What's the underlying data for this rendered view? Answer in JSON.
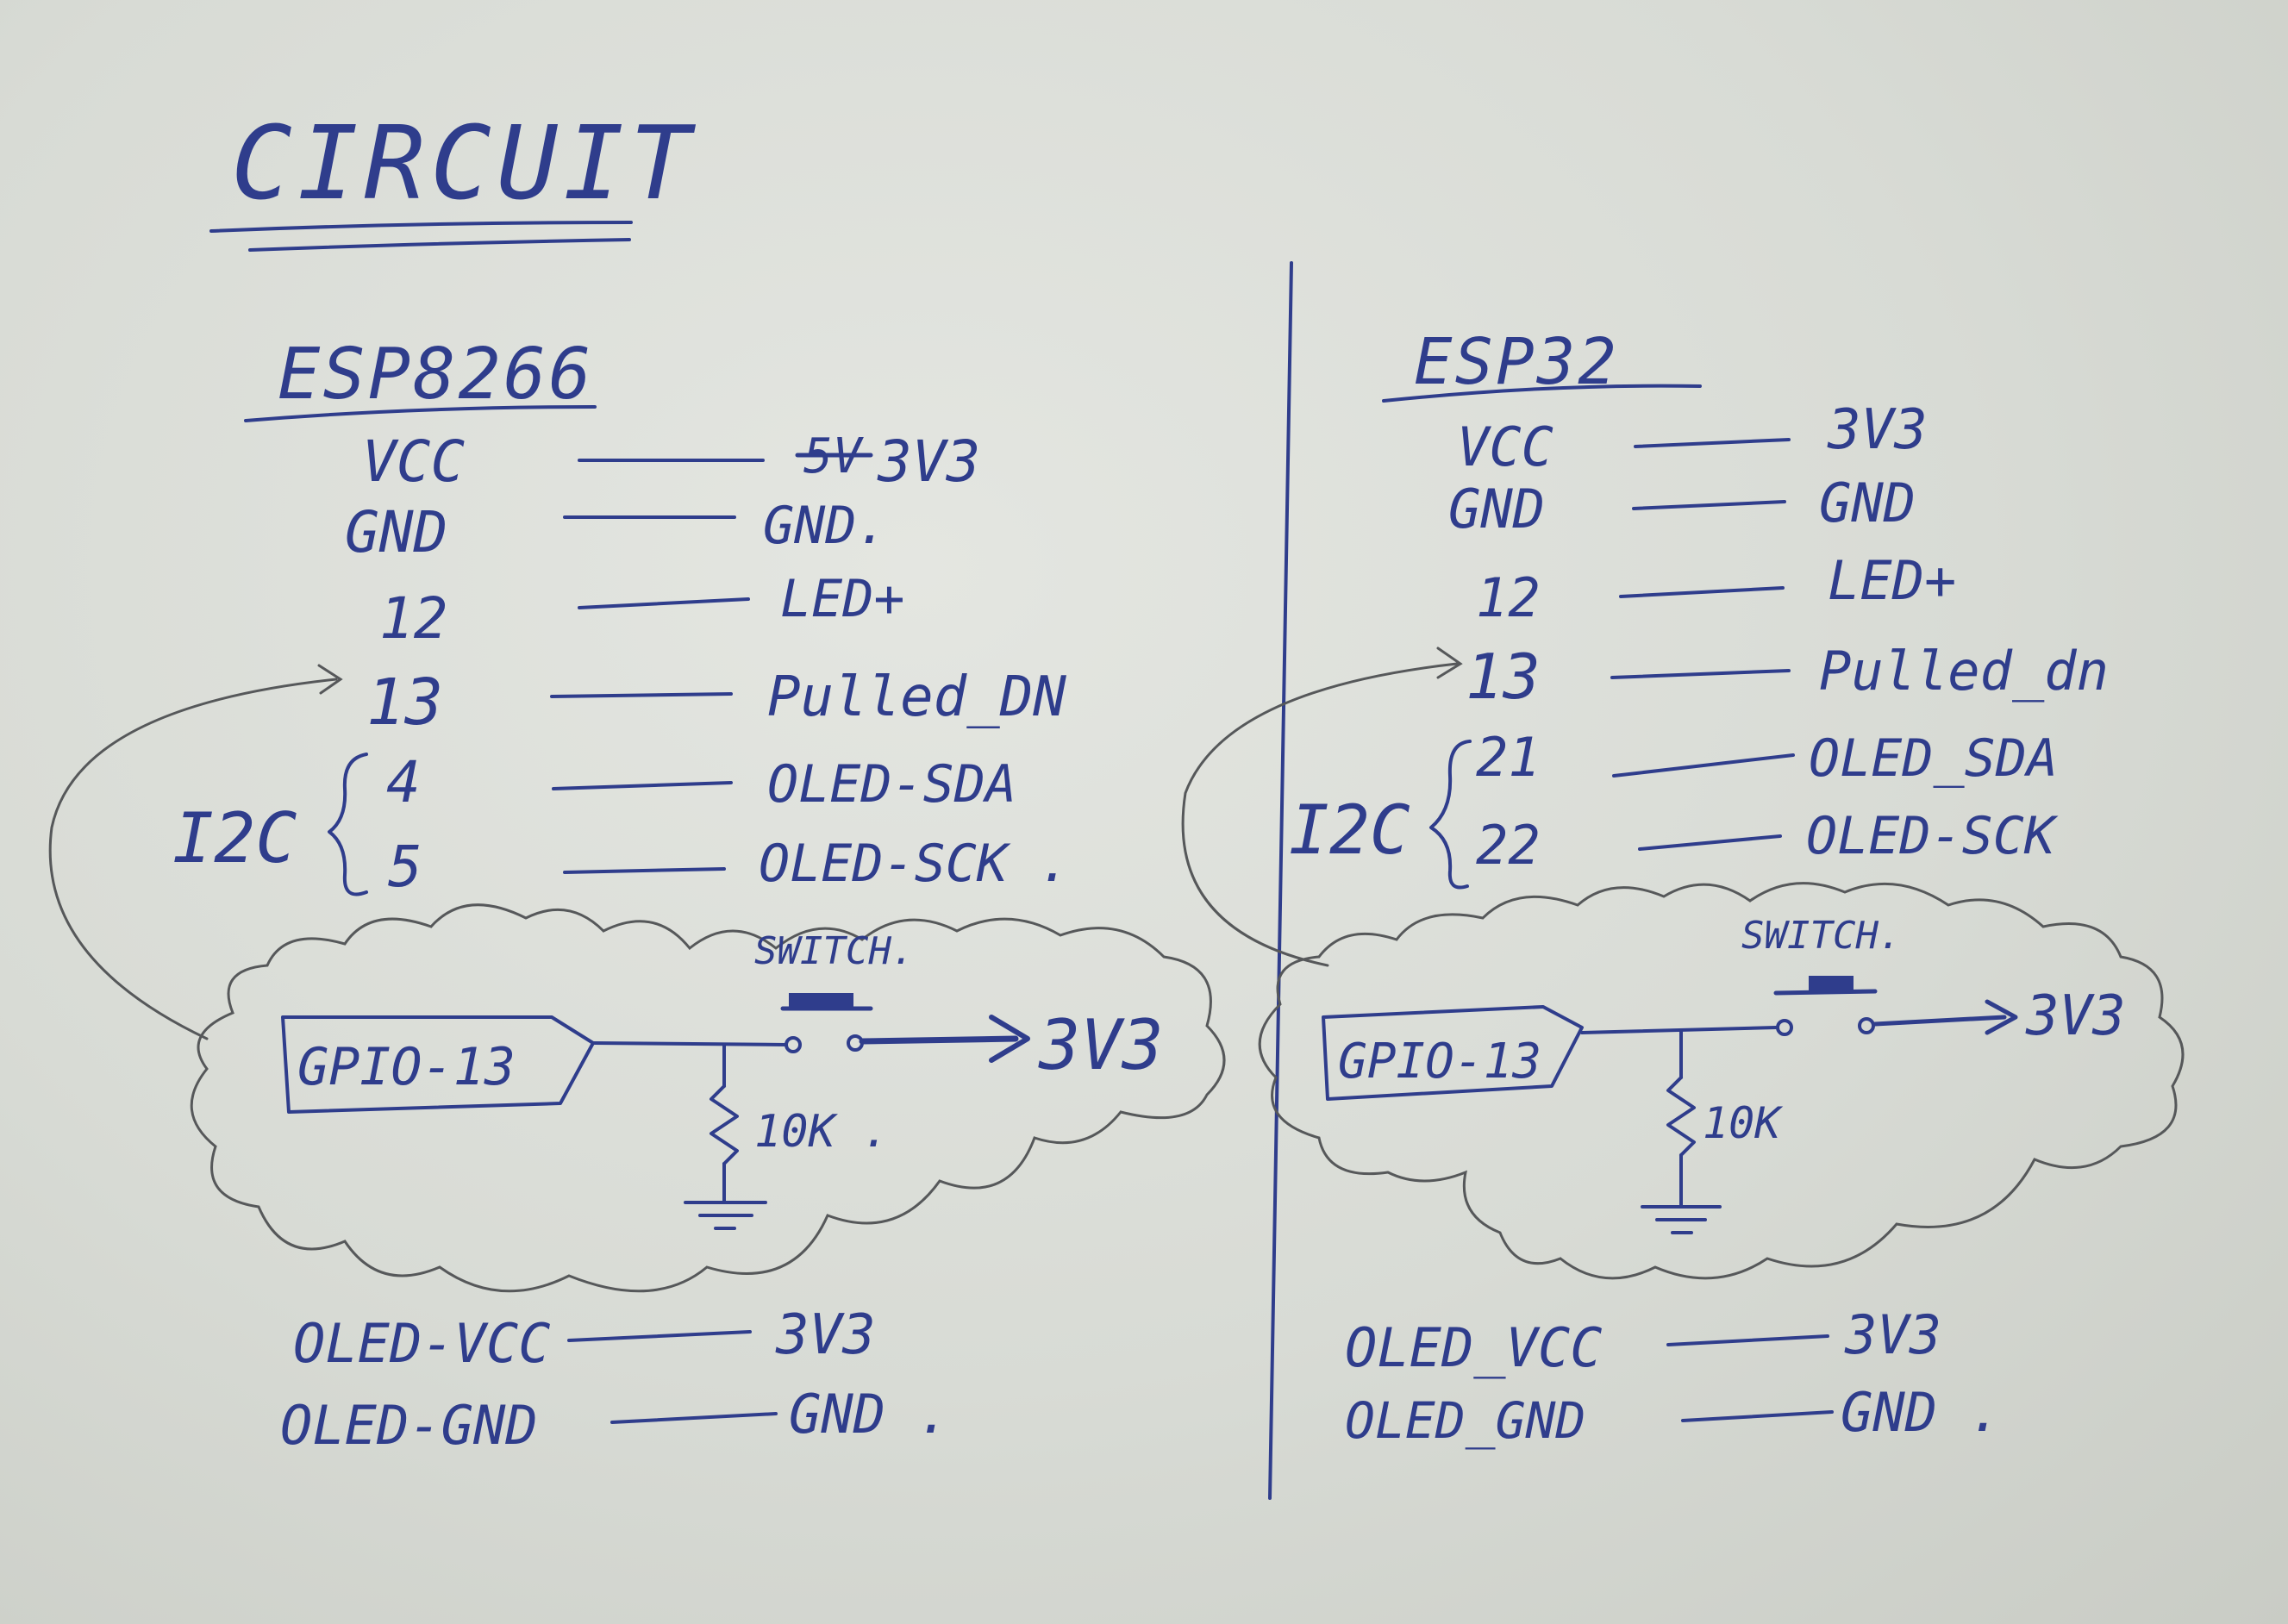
{
  "title": "CIRCUIT",
  "esp8266": {
    "heading": "ESP8266",
    "pins": [
      {
        "pin": "VCC",
        "target": "3V3",
        "struck": "5V"
      },
      {
        "pin": "GND",
        "target": "GND."
      },
      {
        "pin": "12",
        "target": "LED+"
      },
      {
        "pin": "13",
        "target": "Pulled_DN"
      },
      {
        "pin": "4",
        "target": "OLED-SDA"
      },
      {
        "pin": "5",
        "target": "OLED-SCK ."
      }
    ],
    "i2c_label": "I2C",
    "switch_label": "SWITCH.",
    "gpio_label": "GPIO-13",
    "supply_label": "3V3",
    "resistor_label": "10K .",
    "oled": [
      {
        "pin": "OLED-VCC",
        "target": "3V3"
      },
      {
        "pin": "OLED-GND",
        "target": "GND ."
      }
    ]
  },
  "esp32": {
    "heading": "ESP32",
    "pins": [
      {
        "pin": "VCC",
        "target": "3V3"
      },
      {
        "pin": "GND",
        "target": "GND"
      },
      {
        "pin": "12",
        "target": "LED+"
      },
      {
        "pin": "13",
        "target": "Pulled_dn"
      },
      {
        "pin": "21",
        "target": "OLED_SDA"
      },
      {
        "pin": "22",
        "target": "OLED-SCK"
      }
    ],
    "i2c_label": "I2C",
    "switch_label": "SWITCH.",
    "gpio_label": "GPIO-13",
    "supply_label": "3V3",
    "resistor_label": "10K",
    "oled": [
      {
        "pin": "OLED_VCC",
        "target": "3V3"
      },
      {
        "pin": "OLED_GND",
        "target": "GND ."
      }
    ]
  }
}
